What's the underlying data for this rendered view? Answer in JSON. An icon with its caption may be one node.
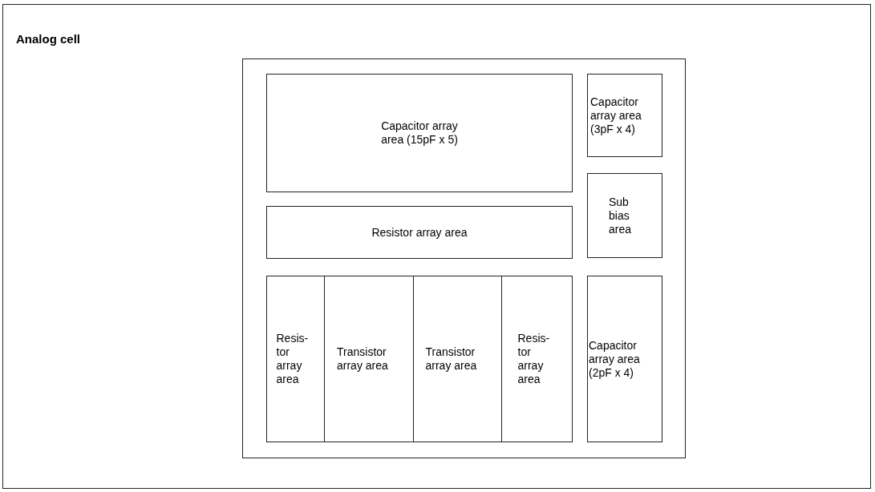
{
  "diagram": {
    "nodes": [
      {
        "text": [
          "Analog cell"
        ]
      },
      {
        "text": [],
        "shape": "box",
        "in": 0
      },
      {
        "text": [
          "Capacitor array area (15pF x 5)"
        ],
        "in": 1
      },
      {
        "text": [
          "Capacitor array area (3pF x 4)"
        ],
        "in": 1
      },
      {
        "text": [
          "Resistor array area"
        ],
        "in": 1
      },
      {
        "text": [
          "Sub bias area"
        ],
        "in": 1
      },
      {
        "text": [
          "Resis- tor array area"
        ],
        "in": 1
      },
      {
        "text": [
          "Transistor array area"
        ],
        "in": 1
      },
      {
        "text": [
          "Transistor array area"
        ],
        "in": 1
      },
      {
        "text": [
          "Resis- tor array area"
        ],
        "in": 1
      },
      {
        "text": [
          "Capacitor array area (2pF x 4)"
        ],
        "in": 1
      }
    ]
  }
}
